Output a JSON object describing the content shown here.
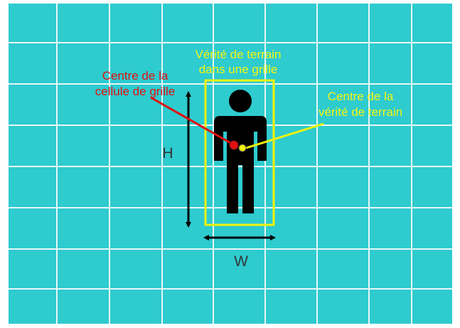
{
  "labels": {
    "gt_in_grid_line1": "Vérité de terrain",
    "gt_in_grid_line2": "dans une grille",
    "cell_center_line1": "Centre de la",
    "cell_center_line2": "cellule de grille",
    "gt_center_line1": "Centre de la",
    "gt_center_line2": "vérité de terrain",
    "height": "H",
    "width": "W"
  },
  "colors": {
    "background": "#2ecbcf",
    "grid_lines": "#e8f7f8",
    "frame": "#ffffff",
    "person": "#000000",
    "bounding_box": "#f2f20a",
    "cell_center": "#e01010",
    "gt_center": "#f2f20a",
    "yellow_text": "#f5f510",
    "red_text": "#e31010",
    "dim_text": "#333333"
  }
}
